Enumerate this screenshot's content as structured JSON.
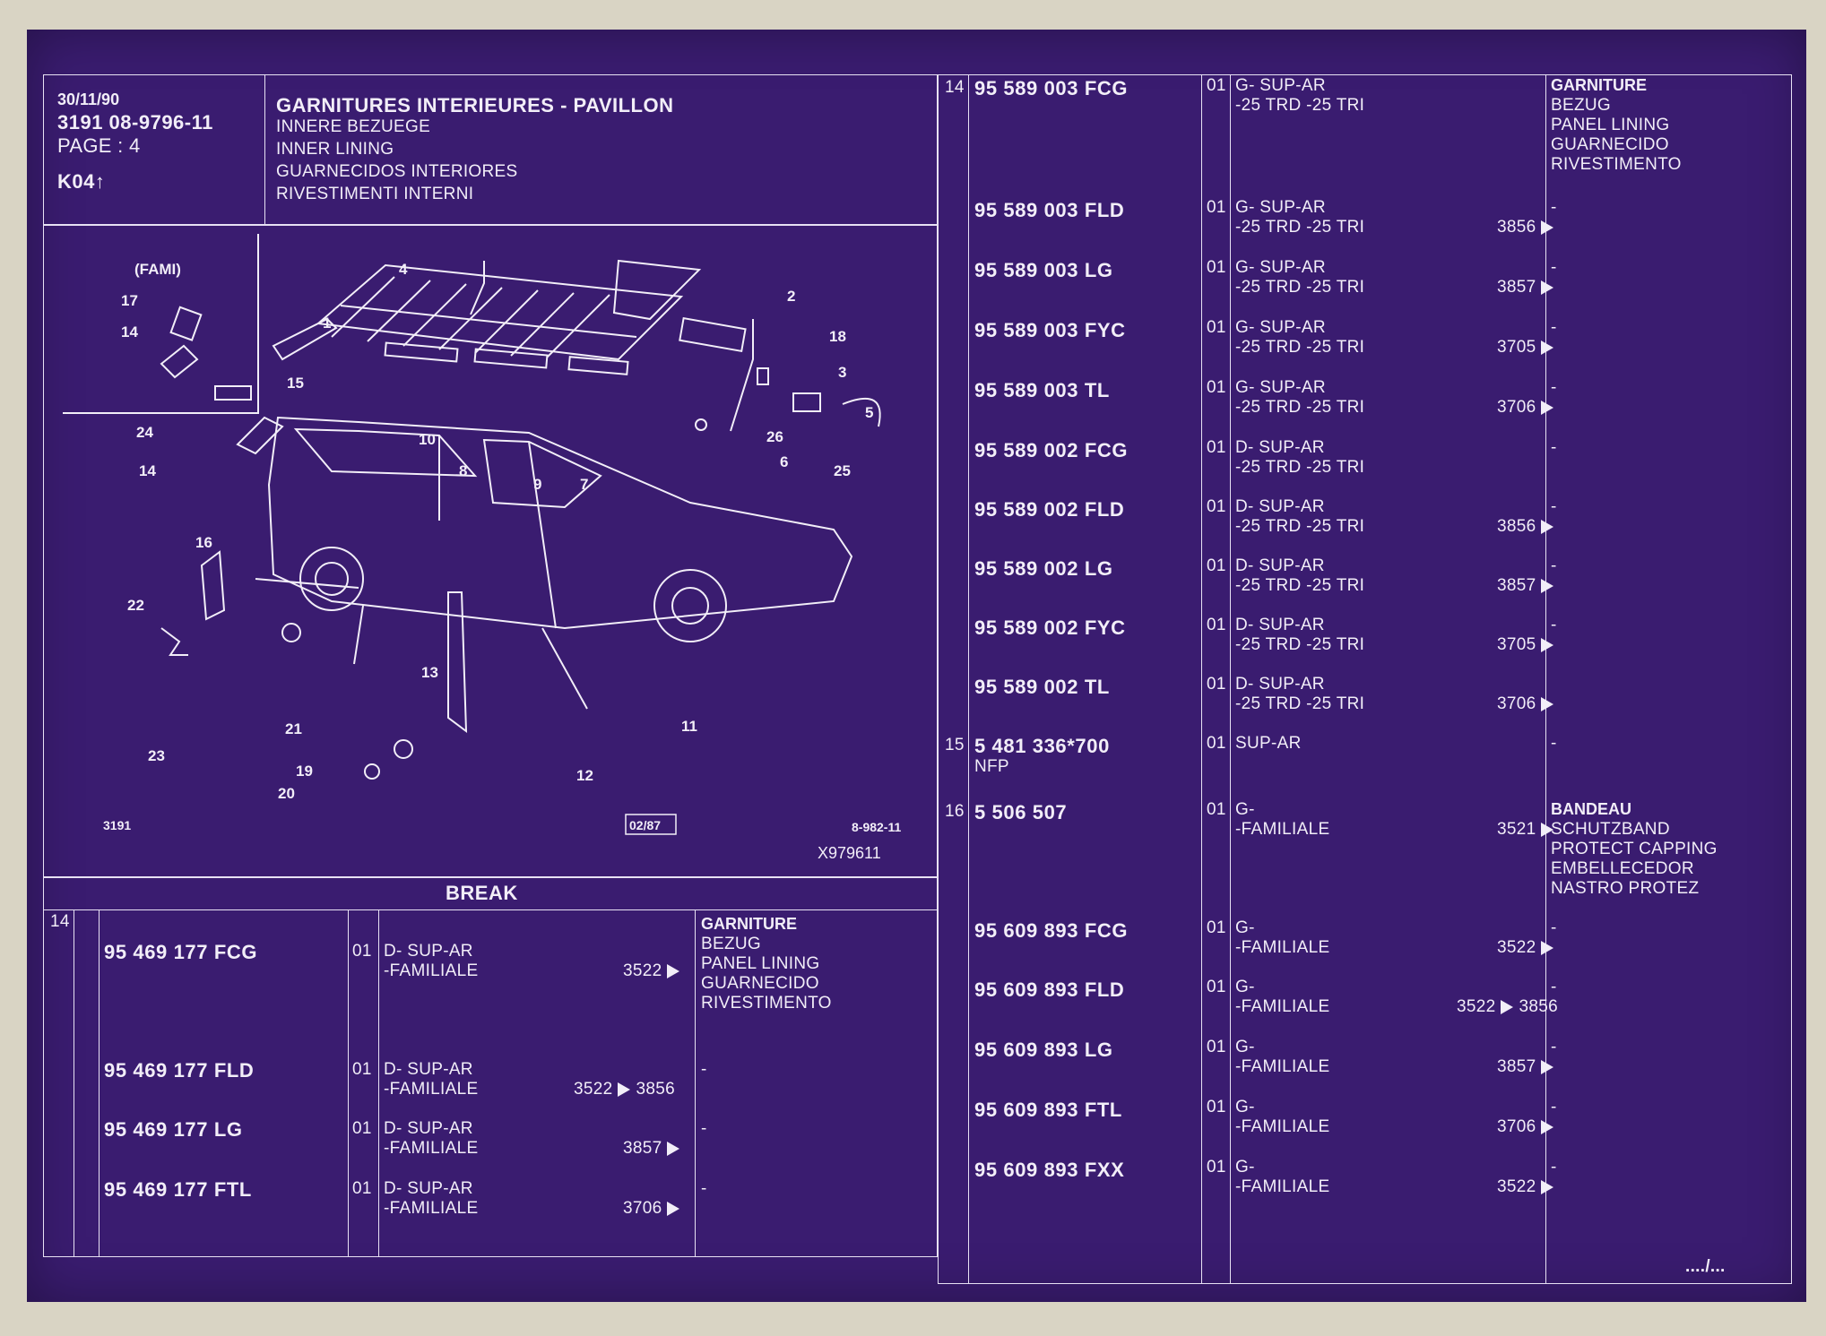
{
  "header": {
    "date": "30/11/90",
    "ref": "3191  08-9796-11",
    "page": "PAGE : 4",
    "code": "K04",
    "title": "GARNITURES INTERIEURES - PAVILLON",
    "lines": [
      "INNERE BEZUEGE",
      "INNER LINING",
      "GUARNECIDOS INTERIORES",
      "RIVESTIMENTI INTERNI"
    ]
  },
  "diagram": {
    "inset_label": "(FAMI)",
    "callouts": [
      "1",
      "2",
      "3",
      "4",
      "5",
      "6",
      "7",
      "8",
      "9",
      "10",
      "11",
      "12",
      "13",
      "14",
      "14",
      "15",
      "16",
      "17",
      "18",
      "19",
      "20",
      "21",
      "22",
      "23",
      "24",
      "25",
      "26"
    ],
    "code_left": "3191",
    "date_box": "02/87",
    "code_right": "8-982-11",
    "ref_code": "X979611"
  },
  "break_section": {
    "title": "BREAK",
    "item_no": "14",
    "desc": [
      "GARNITURE",
      "BEZUG",
      "PANEL LINING",
      "GUARNECIDO",
      "RIVESTIMENTO"
    ],
    "rows": [
      {
        "part": "95 469 177 FCG",
        "qty": "01",
        "l1": "D-   SUP-AR",
        "l2": "-FAMILIALE",
        "ref": "3522",
        "ref2": "",
        "dash": ""
      },
      {
        "part": "95 469 177 FLD",
        "qty": "01",
        "l1": "D-   SUP-AR",
        "l2": "-FAMILIALE",
        "ref": "3522",
        "ref2": "3856",
        "dash": "-"
      },
      {
        "part": "95 469 177 LG",
        "qty": "01",
        "l1": "D-   SUP-AR",
        "l2": "-FAMILIALE",
        "ref": "3857",
        "ref2": "",
        "dash": "-"
      },
      {
        "part": "95 469 177 FTL",
        "qty": "01",
        "l1": "D-   SUP-AR",
        "l2": "-FAMILIALE",
        "ref": "3706",
        "ref2": "",
        "dash": "-"
      }
    ]
  },
  "right_table": {
    "rows": [
      {
        "item": "14",
        "part": "95 589 003 FCG",
        "qty": "01",
        "l1": "G-   SUP-AR",
        "l2": "-25 TRD -25 TRI",
        "ref": "",
        "desc": [
          "GARNITURE",
          "BEZUG",
          "PANEL LINING",
          "GUARNECIDO",
          "RIVESTIMENTO"
        ]
      },
      {
        "item": "",
        "part": "95 589 003 FLD",
        "qty": "01",
        "l1": "G-   SUP-AR",
        "l2": "-25 TRD -25 TRI",
        "ref": "3856",
        "desc": [
          "-"
        ]
      },
      {
        "item": "",
        "part": "95 589 003 LG",
        "qty": "01",
        "l1": "G-   SUP-AR",
        "l2": "-25 TRD -25 TRI",
        "ref": "3857",
        "desc": [
          "-"
        ]
      },
      {
        "item": "",
        "part": "95 589 003 FYC",
        "qty": "01",
        "l1": "G-   SUP-AR",
        "l2": "-25 TRD -25 TRI",
        "ref": "3705",
        "desc": [
          "-"
        ]
      },
      {
        "item": "",
        "part": "95 589 003 TL",
        "qty": "01",
        "l1": "G-   SUP-AR",
        "l2": "-25 TRD -25 TRI",
        "ref": "3706",
        "desc": [
          "-"
        ]
      },
      {
        "item": "",
        "part": "95 589 002 FCG",
        "qty": "01",
        "l1": "D-   SUP-AR",
        "l2": "-25 TRD -25 TRI",
        "ref": "",
        "desc": [
          "-"
        ]
      },
      {
        "item": "",
        "part": "95 589 002 FLD",
        "qty": "01",
        "l1": "D-   SUP-AR",
        "l2": "-25 TRD -25 TRI",
        "ref": "3856",
        "desc": [
          "-"
        ]
      },
      {
        "item": "",
        "part": "95 589 002 LG",
        "qty": "01",
        "l1": "D-   SUP-AR",
        "l2": "-25 TRD -25 TRI",
        "ref": "3857",
        "desc": [
          "-"
        ]
      },
      {
        "item": "",
        "part": "95 589 002 FYC",
        "qty": "01",
        "l1": "D-   SUP-AR",
        "l2": "-25 TRD -25 TRI",
        "ref": "3705",
        "desc": [
          "-"
        ]
      },
      {
        "item": "",
        "part": "95 589 002 TL",
        "qty": "01",
        "l1": "D-   SUP-AR",
        "l2": "-25 TRD -25 TRI",
        "ref": "3706",
        "desc": []
      },
      {
        "item": "15",
        "part": "5 481 336*700",
        "part2": "NFP",
        "qty": "01",
        "l1": "SUP-AR",
        "l2": "",
        "ref": "",
        "desc": [
          "-"
        ]
      },
      {
        "item": "16",
        "part": "5 506 507",
        "qty": "01",
        "l1": "G-",
        "l2": "-FAMILIALE",
        "ref": "3521",
        "desc": [
          "BANDEAU",
          "SCHUTZBAND",
          "PROTECT CAPPING",
          "EMBELLECEDOR",
          "NASTRO PROTEZ"
        ]
      },
      {
        "item": "",
        "part": "95 609 893 FCG",
        "qty": "01",
        "l1": "G-",
        "l2": "-FAMILIALE",
        "ref": "3522",
        "desc": [
          "-"
        ]
      },
      {
        "item": "",
        "part": "95 609 893 FLD",
        "qty": "01",
        "l1": "G-",
        "l2": "-FAMILIALE",
        "ref": "3522",
        "ref2": "3856",
        "desc": [
          "-"
        ]
      },
      {
        "item": "",
        "part": "95 609 893 LG",
        "qty": "01",
        "l1": "G-",
        "l2": "-FAMILIALE",
        "ref": "3857",
        "desc": [
          "-"
        ]
      },
      {
        "item": "",
        "part": "95 609 893 FTL",
        "qty": "01",
        "l1": "G-",
        "l2": "-FAMILIALE",
        "ref": "3706",
        "desc": [
          "-"
        ]
      },
      {
        "item": "",
        "part": "95 609 893 FXX",
        "qty": "01",
        "l1": "G-",
        "l2": "-FAMILIALE",
        "ref": "3522",
        "desc": [
          "-"
        ]
      }
    ],
    "continued": "..../..."
  }
}
